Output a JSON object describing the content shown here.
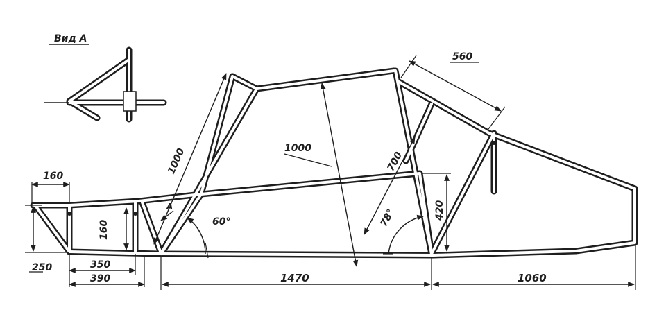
{
  "view_title": "Вид А",
  "dimensions": {
    "front_width": "160",
    "front_height": "250",
    "inner_height": "160",
    "bay_a": "350",
    "bay_b": "390",
    "wheelbase": "1470",
    "rear_overhang": "1060",
    "pillar_front": "1000",
    "diagonal": "1000",
    "roll_bar": "700",
    "rear_brace": "560",
    "bar_height": "420",
    "angle_front": "60°",
    "angle_rear": "78°"
  },
  "view_marker": "A",
  "colors": {
    "ink": "#1e1e1e",
    "paper": "#ffffff"
  }
}
